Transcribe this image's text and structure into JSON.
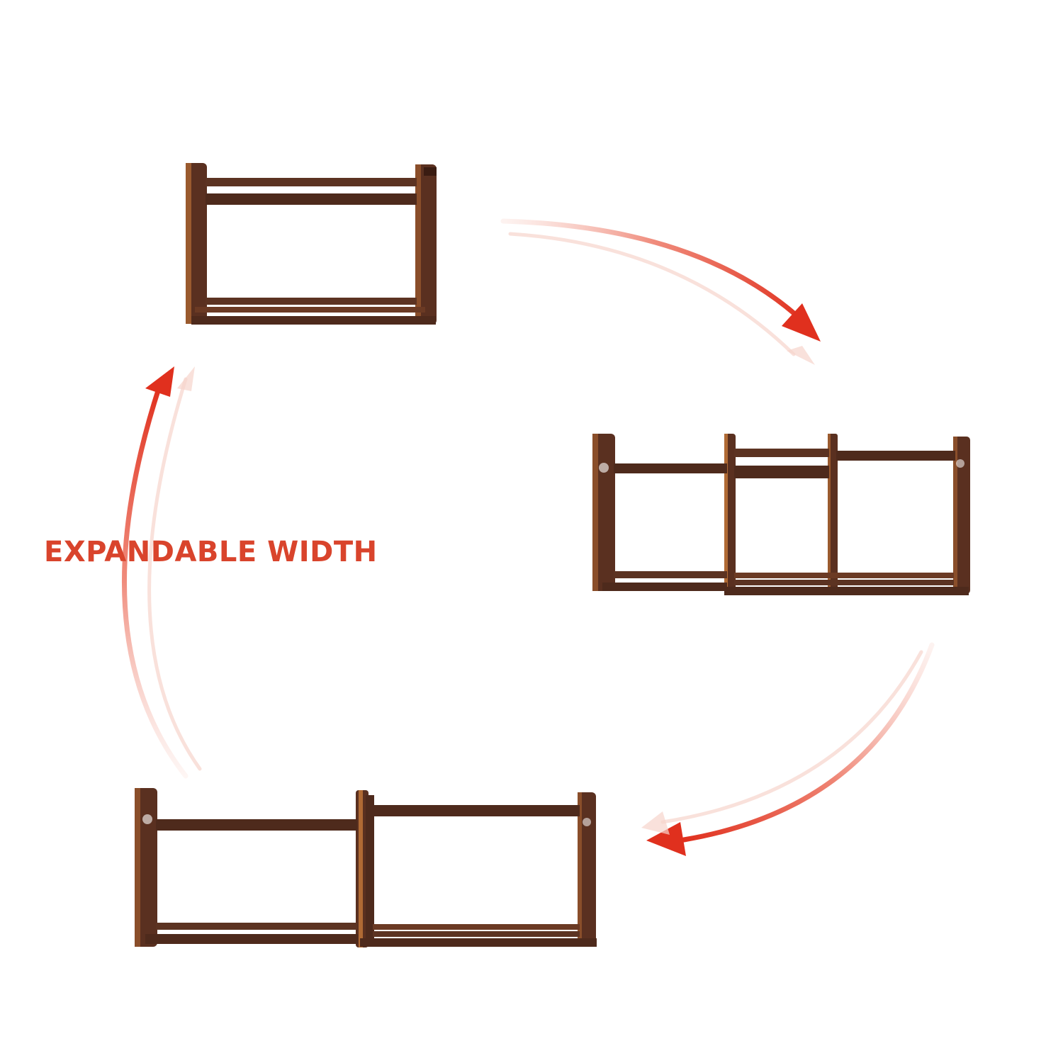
{
  "headline": {
    "text": "EXPANDABLE WIDTH"
  },
  "colors": {
    "wood_dark": "#4e2a1c",
    "wood_mid": "#6b3a24",
    "wood_light": "#9a5a2e",
    "arrow_red": "#e0301e",
    "arrow_fade": "#f4b7a8",
    "text_red": "#d9442c",
    "background": "#ffffff"
  },
  "illustration": {
    "shelves": [
      {
        "name": "collapsed-shelf",
        "state": "collapsed"
      },
      {
        "name": "half-expanded-shelf",
        "state": "partially expanded"
      },
      {
        "name": "fully-expanded-shelf",
        "state": "fully expanded"
      }
    ],
    "arrows": [
      "arrow-top-right",
      "arrow-bottom-right",
      "arrow-left"
    ]
  }
}
